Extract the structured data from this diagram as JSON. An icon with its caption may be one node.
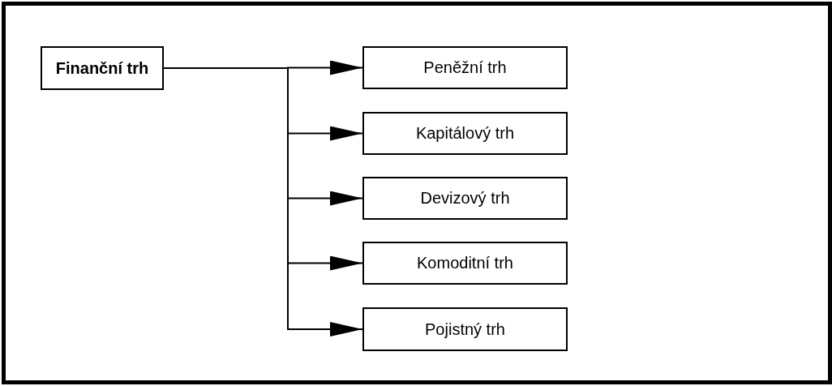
{
  "diagram": {
    "nodes": [
      {
        "text": [
          "Finanční trh"
        ]
      },
      {
        "text": [
          "Peněžní trh"
        ]
      },
      {
        "text": [
          "Kapitálový trh"
        ]
      },
      {
        "text": [
          "Devizový trh"
        ]
      },
      {
        "text": [
          "Komoditní trh"
        ]
      },
      {
        "text": [
          "Pojistný trh"
        ]
      }
    ],
    "edges": [
      {
        "from": 0,
        "to": 1,
        "arrow": "to"
      },
      {
        "from": 0,
        "to": 2,
        "arrow": "to"
      },
      {
        "from": 0,
        "to": 3,
        "arrow": "to"
      },
      {
        "from": 0,
        "to": 4,
        "arrow": "to"
      },
      {
        "from": 0,
        "to": 5,
        "arrow": "to"
      }
    ]
  }
}
